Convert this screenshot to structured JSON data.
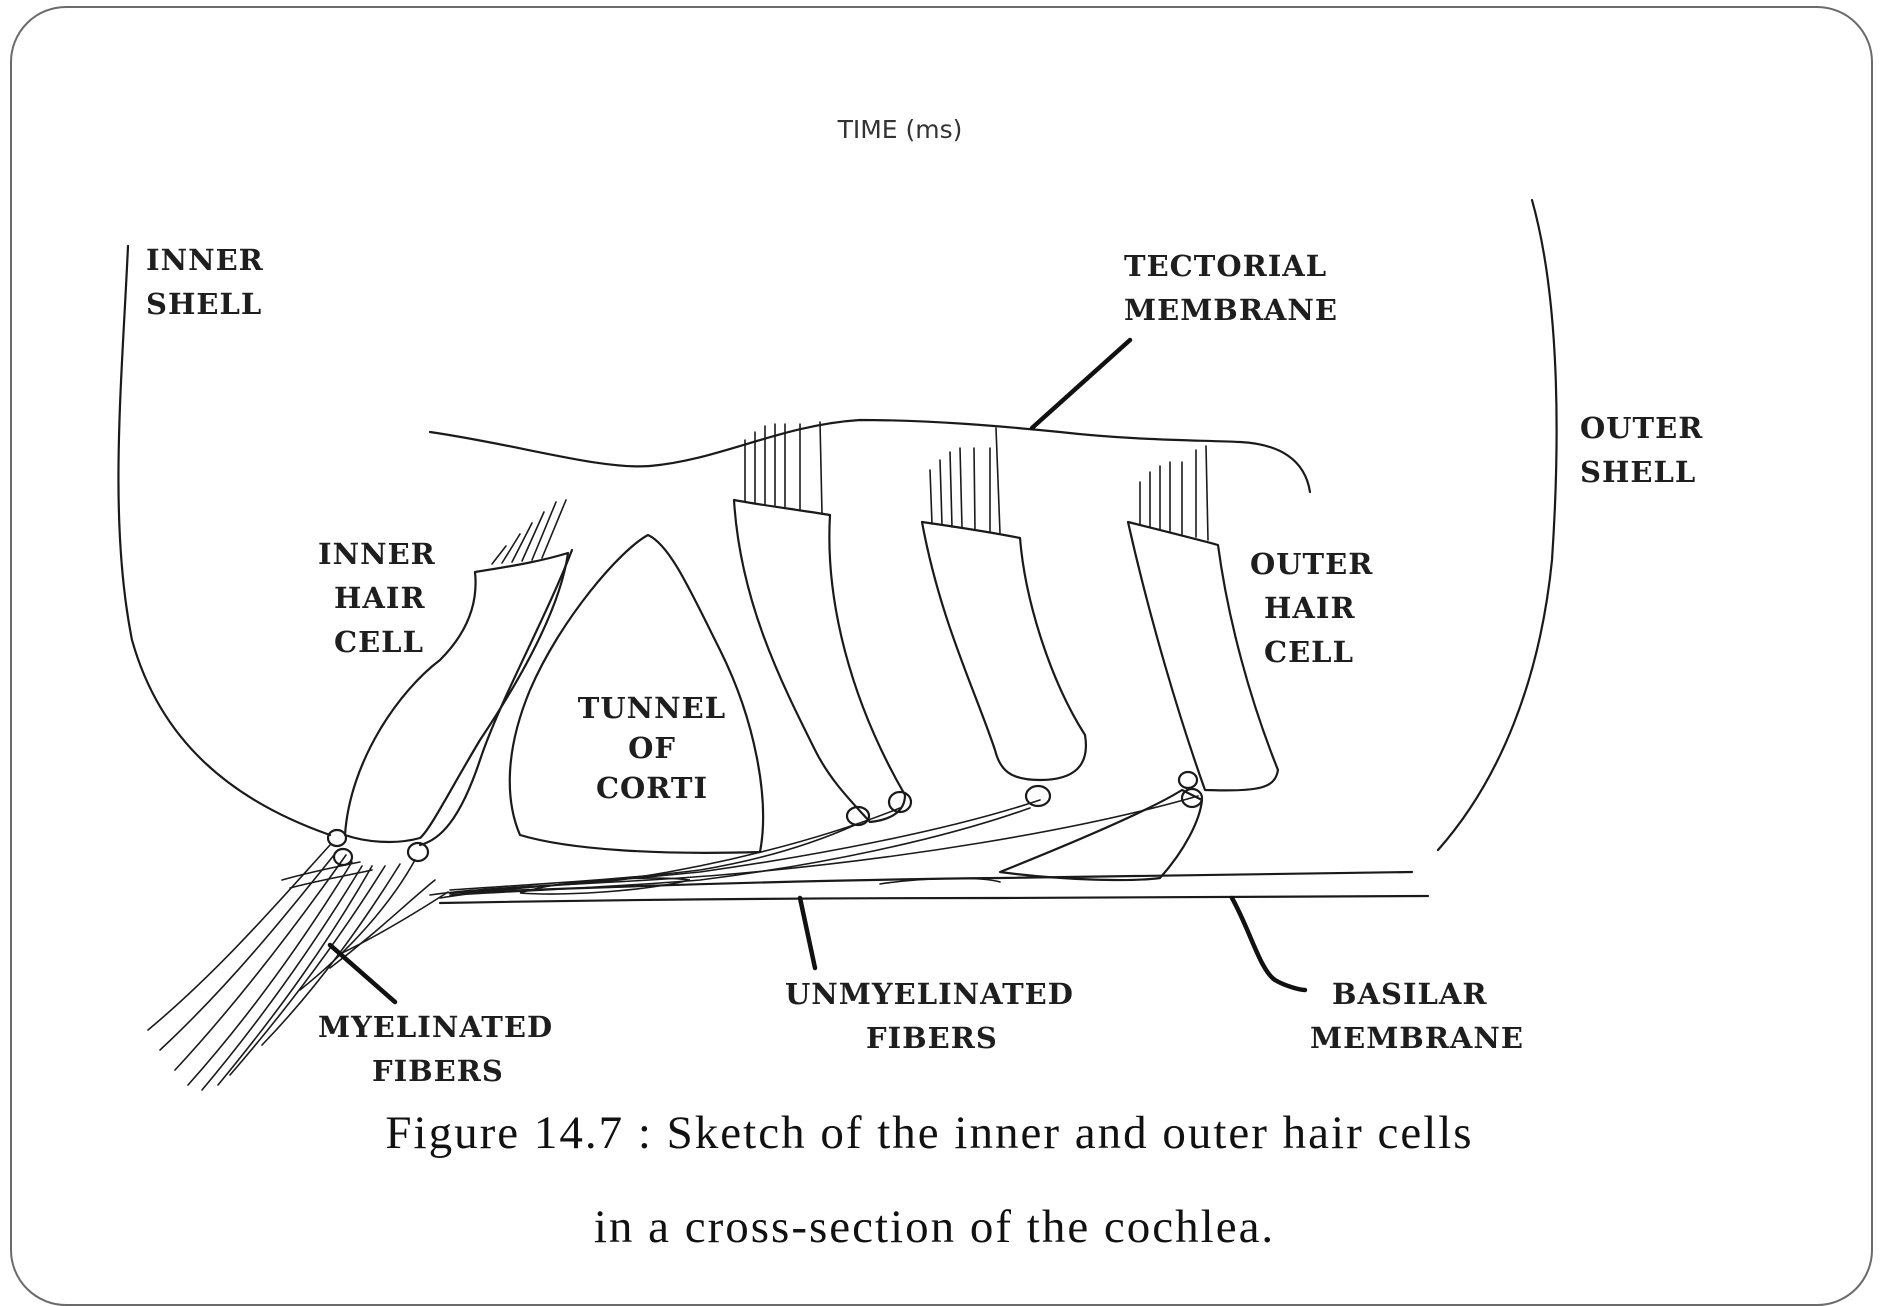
{
  "diagram": {
    "top_label": "TIME (ms)",
    "labels": {
      "inner_shell": [
        "INNER",
        "SHELL"
      ],
      "tectorial_membrane": [
        "TECTORIAL",
        "MEMBRANE"
      ],
      "outer_shell": [
        "OUTER",
        "SHELL"
      ],
      "inner_hair_cell": [
        "INNER",
        "HAIR",
        "CELL"
      ],
      "outer_hair_cell": [
        "OUTER",
        "HAIR",
        "CELL"
      ],
      "tunnel_of_corti": [
        "TUNNEL",
        "OF",
        "CORTI"
      ],
      "myelinated_fibers": [
        "MYELINATED",
        "FIBERS"
      ],
      "unmyelinated_fibers": [
        "UNMYELINATED",
        "FIBERS"
      ],
      "basilar_membrane": [
        "BASILAR",
        "MEMBRANE"
      ]
    },
    "colors": {
      "line": "#1a1a1a",
      "cell_fill": "#e8e8e8",
      "frame": "#6b6b6b"
    }
  },
  "caption": {
    "line1": "Figure 14.7 : Sketch of the inner and outer hair cells",
    "line2": "in a cross-section of the cochlea."
  }
}
